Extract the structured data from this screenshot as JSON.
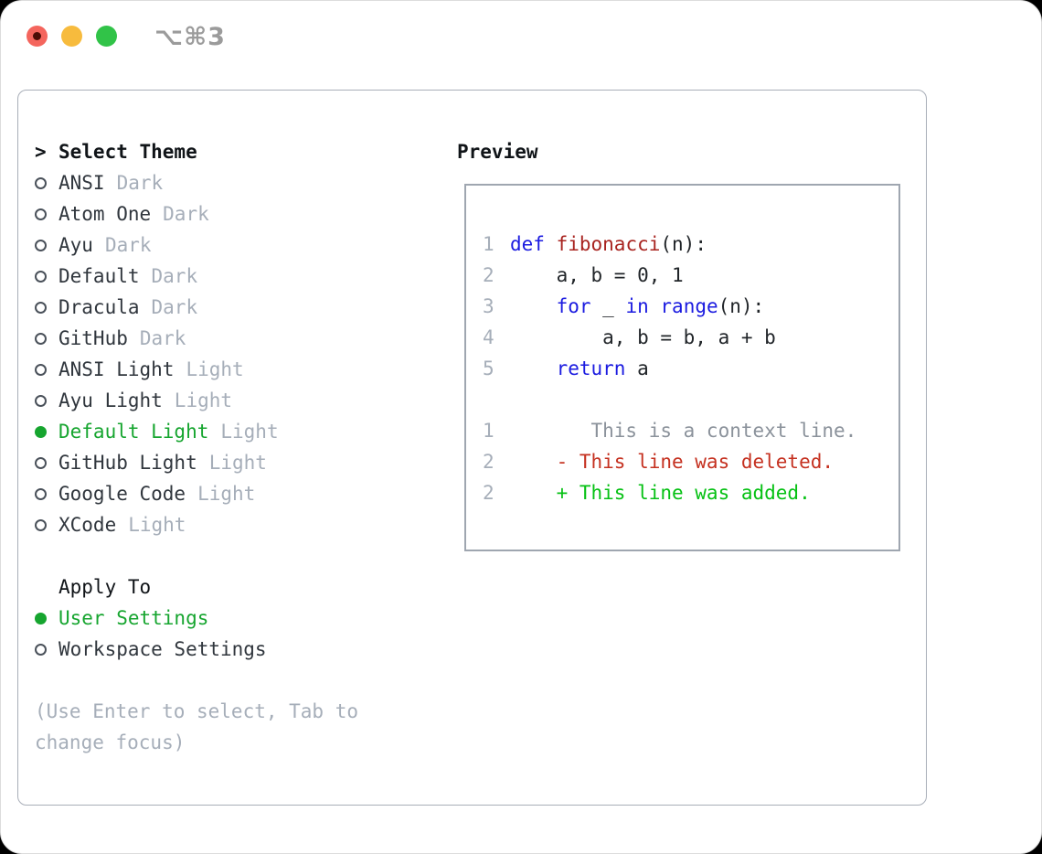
{
  "window": {
    "title": "⌥⌘3",
    "traffic_lights": [
      "close",
      "minimize",
      "zoom"
    ]
  },
  "sidebar": {
    "heading": {
      "marker": ">",
      "label": "Select Theme"
    },
    "themes": [
      {
        "name": "ANSI",
        "variant": "Dark",
        "selected": false
      },
      {
        "name": "Atom One",
        "variant": "Dark",
        "selected": false
      },
      {
        "name": "Ayu",
        "variant": "Dark",
        "selected": false
      },
      {
        "name": "Default",
        "variant": "Dark",
        "selected": false
      },
      {
        "name": "Dracula",
        "variant": "Dark",
        "selected": false
      },
      {
        "name": "GitHub",
        "variant": "Dark",
        "selected": false
      },
      {
        "name": "ANSI Light",
        "variant": "Light",
        "selected": false
      },
      {
        "name": "Ayu Light",
        "variant": "Light",
        "selected": false
      },
      {
        "name": "Default Light",
        "variant": "Light",
        "selected": true
      },
      {
        "name": "GitHub Light",
        "variant": "Light",
        "selected": false
      },
      {
        "name": "Google Code",
        "variant": "Light",
        "selected": false
      },
      {
        "name": "XCode",
        "variant": "Light",
        "selected": false
      }
    ],
    "apply_to": {
      "heading": "Apply To",
      "options": [
        {
          "label": "User Settings",
          "selected": true
        },
        {
          "label": "Workspace Settings",
          "selected": false
        }
      ]
    },
    "hint_lines": [
      "(Use Enter to select, Tab to",
      "change focus)"
    ]
  },
  "preview": {
    "heading": "Preview",
    "lines": [
      {
        "gutter": "1",
        "segments": [
          {
            "t": "def",
            "c": "keyword_blue"
          },
          {
            "t": " ",
            "c": "code_plain"
          },
          {
            "t": "fibonacci",
            "c": "function_red"
          },
          {
            "t": "(n):",
            "c": "code_plain"
          }
        ]
      },
      {
        "gutter": "2",
        "segments": [
          {
            "t": "    a, b = 0, 1",
            "c": "code_plain"
          }
        ]
      },
      {
        "gutter": "3",
        "segments": [
          {
            "t": "    ",
            "c": "code_plain"
          },
          {
            "t": "for",
            "c": "keyword_blue"
          },
          {
            "t": " _ ",
            "c": "code_plain"
          },
          {
            "t": "in",
            "c": "keyword_blue"
          },
          {
            "t": " ",
            "c": "code_plain"
          },
          {
            "t": "range",
            "c": "keyword_blue"
          },
          {
            "t": "(n):",
            "c": "code_plain"
          }
        ]
      },
      {
        "gutter": "4",
        "segments": [
          {
            "t": "        a, b = b, a + b",
            "c": "code_plain"
          }
        ]
      },
      {
        "gutter": "5",
        "segments": [
          {
            "t": "    ",
            "c": "code_plain"
          },
          {
            "t": "return",
            "c": "keyword_blue"
          },
          {
            "t": " a",
            "c": "code_plain"
          }
        ]
      },
      {
        "gutter": "",
        "segments": []
      },
      {
        "gutter": "1",
        "segments": [
          {
            "t": "       This is a context line.",
            "c": "context_gray"
          }
        ]
      },
      {
        "gutter": "2",
        "segments": [
          {
            "t": "    - This line was deleted.",
            "c": "deleted_red"
          }
        ]
      },
      {
        "gutter": "2",
        "segments": [
          {
            "t": "    + This line was added.",
            "c": "added_green"
          }
        ]
      }
    ]
  },
  "colors": {
    "accent_green": "#16a52f",
    "added_green": "#06c114",
    "deleted_red": "#c53120",
    "keyword_blue": "#1b1be0",
    "function_red": "#a8231f",
    "code_plain": "#212529",
    "context_gray": "#8b929b",
    "muted_gray": "#a6aeb9",
    "item_dark": "#30363d",
    "heading_black": "#101418",
    "border_gray": "#a8aeb8",
    "title_gray": "#9b9b9b",
    "light_red": "#f4655d",
    "light_red_dot": "#4c0d06",
    "light_yellow": "#f7bb3d",
    "light_green": "#31c348"
  }
}
